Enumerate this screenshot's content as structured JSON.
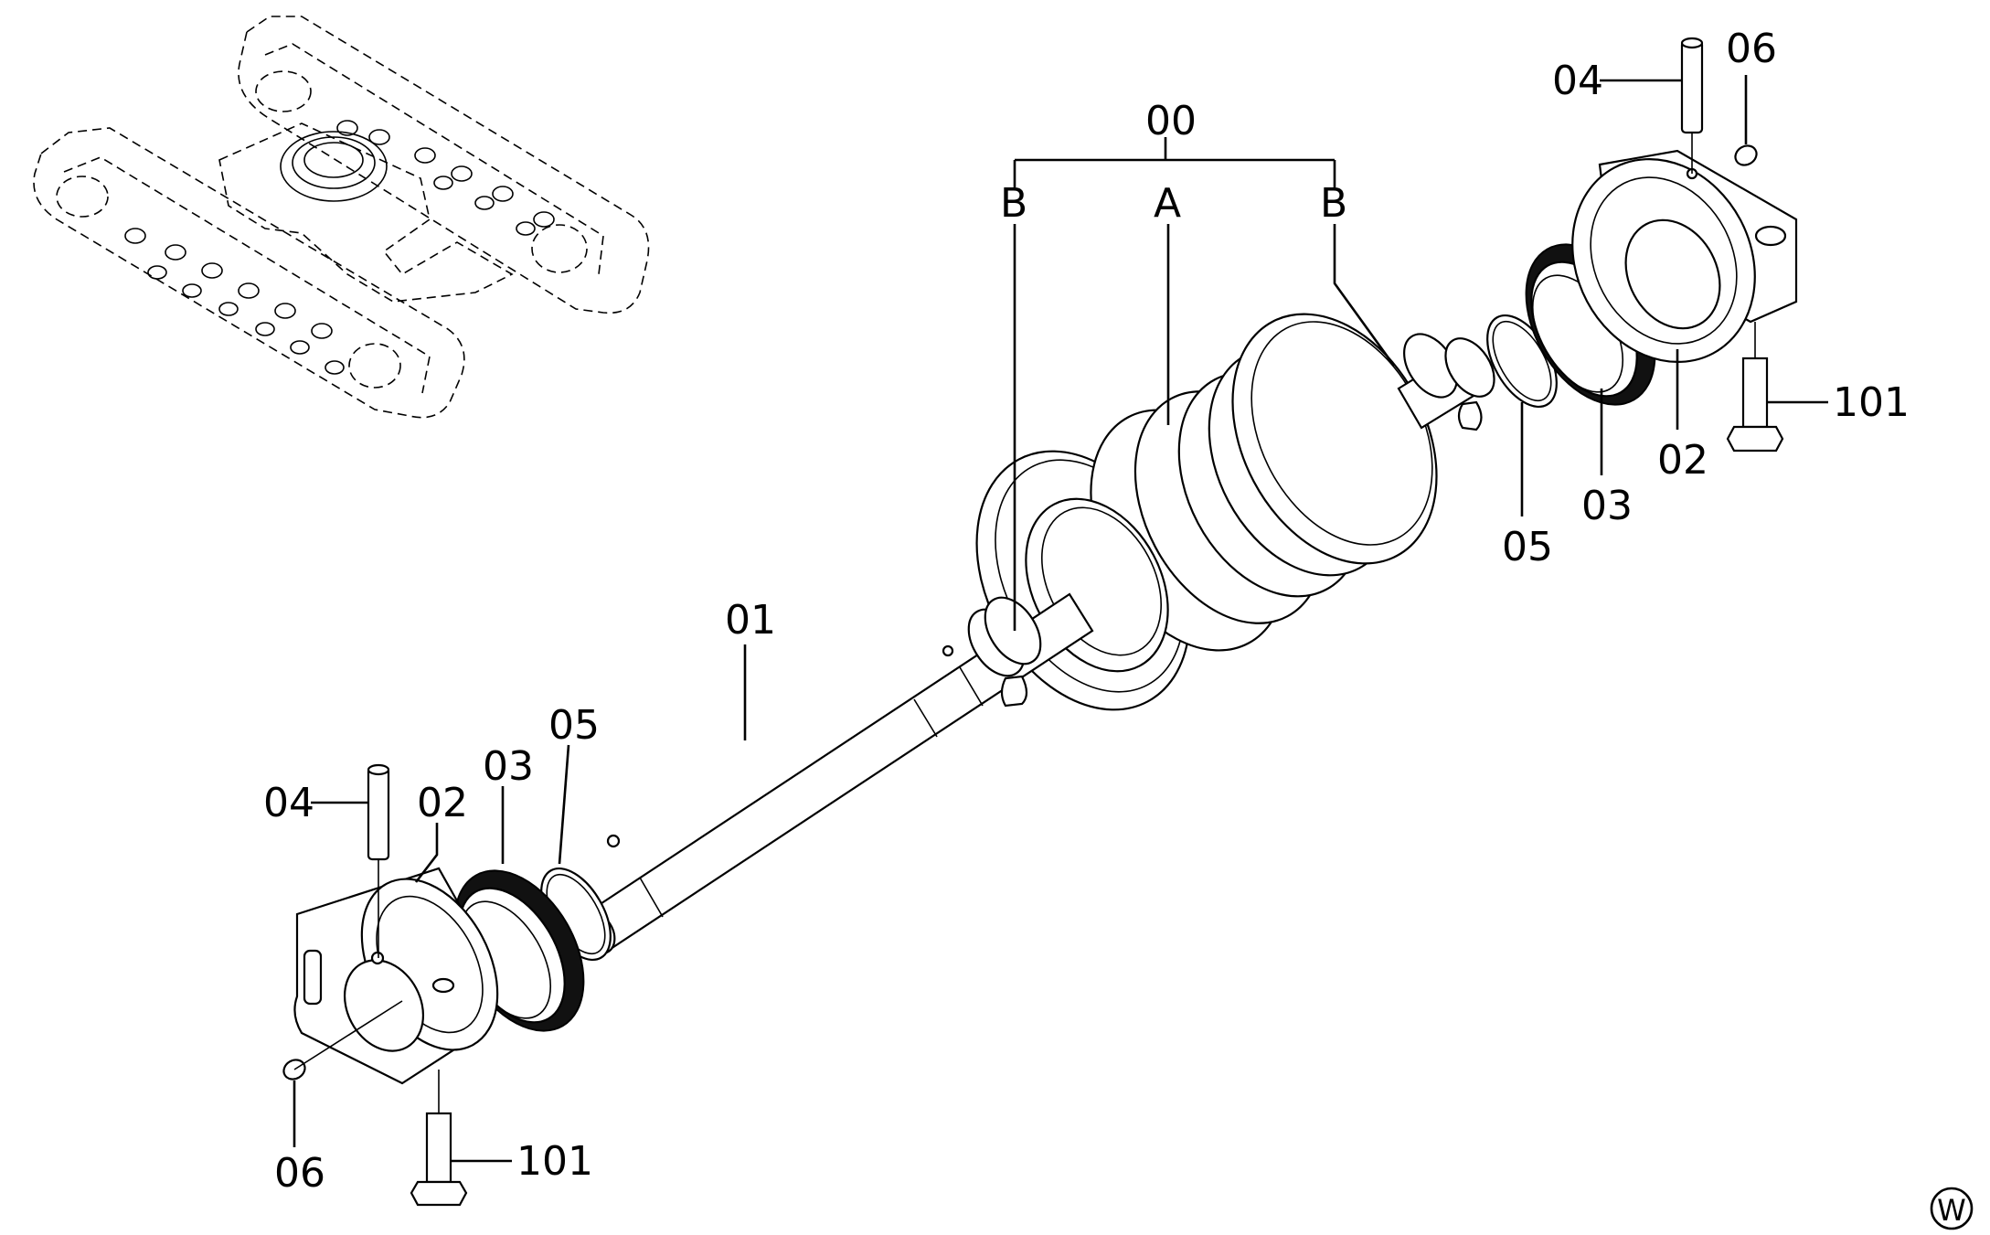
{
  "diagram": {
    "callouts": {
      "assembly": "00",
      "roller": "A",
      "collar_left": "B",
      "collar_right": "B",
      "shaft": "01",
      "bracket_left": "02",
      "bracket_right": "02",
      "floating_seal_left": "03",
      "floating_seal_right": "03",
      "pin_left": "04",
      "pin_right": "04",
      "o_ring_left": "05",
      "o_ring_right": "05",
      "plug_left": "06",
      "plug_right": "06",
      "bolt_left": "101",
      "bolt_right": "101"
    },
    "corner_mark": "W"
  }
}
